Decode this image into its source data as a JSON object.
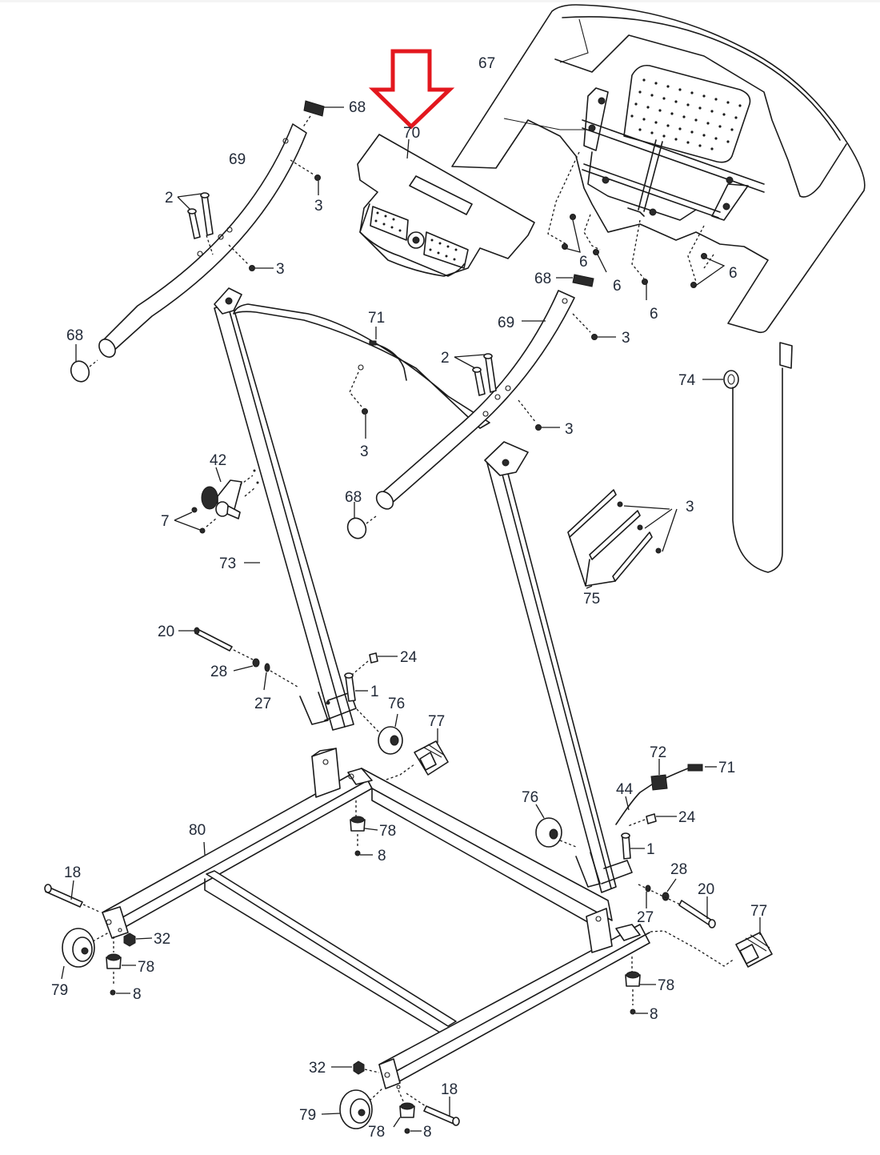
{
  "diagram": {
    "title": "Treadmill upright, console and base frame exploded parts diagram",
    "highlight": {
      "part": "70",
      "indicator": "red-down-arrow",
      "color": "#e3171e"
    },
    "label_color": "#222a38",
    "labels": {
      "p67": "67",
      "p68_top": "68",
      "p70": "70",
      "p69_left": "69",
      "p2_left": "2",
      "p3_left_a": "3",
      "p3_left_b": "3",
      "p68_left_end": "68",
      "p6_a": "6",
      "p6_b": "6",
      "p6_c": "6",
      "p6_d": "6",
      "p68_right_top": "68",
      "p69_right": "69",
      "p3_right_a": "3",
      "p71_top": "71",
      "p2_right": "2",
      "p3_right_b": "3",
      "p3_center": "3",
      "p74": "74",
      "p42": "42",
      "p7": "7",
      "p68_center": "68",
      "p3_bracket": "3",
      "p75": "75",
      "p73": "73",
      "p20_left": "20",
      "p24_left": "24",
      "p28_left": "28",
      "p1_left": "1",
      "p27_left": "27",
      "p76_left": "76",
      "p77_left": "77",
      "p72": "72",
      "p71_right": "71",
      "p44": "44",
      "p76_right": "76",
      "p24_right": "24",
      "p80": "80",
      "p78_center": "78",
      "p8_center": "8",
      "p1_right": "1",
      "p28_right": "28",
      "p18_left": "18",
      "p20_right": "20",
      "p27_right": "27",
      "p77_right": "77",
      "p32_left": "32",
      "p78_left": "78",
      "p79_left": "79",
      "p8_left": "8",
      "p78_right": "78",
      "p8_right": "8",
      "p32_right": "32",
      "p18_right": "18",
      "p79_right": "79",
      "p78_bottom": "78",
      "p8_bottom": "8"
    }
  }
}
